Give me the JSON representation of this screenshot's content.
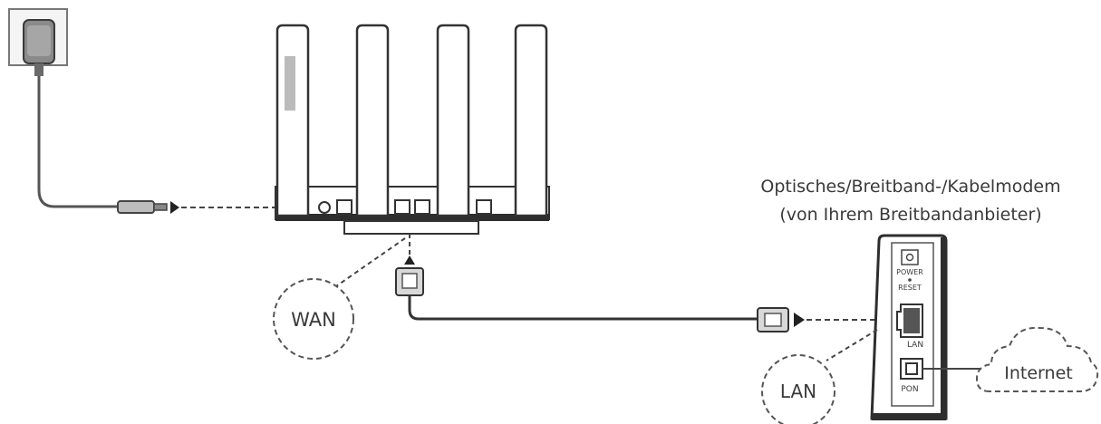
{
  "modem": {
    "title_line1": "Optisches/Breitband-/Kabelmodem",
    "title_line2": "(von Ihrem Breitbandanbieter)",
    "power_label": "POWER",
    "reset_label": "RESET",
    "lan_port_label": "LAN",
    "pon_port_label": "PON"
  },
  "callouts": {
    "wan": "WAN",
    "lan": "LAN",
    "internet": "Internet"
  },
  "colors": {
    "line": "#444444",
    "device_fill": "#ffffff",
    "device_shadow": "#2e2e2e",
    "label": "#3a3a3a"
  }
}
